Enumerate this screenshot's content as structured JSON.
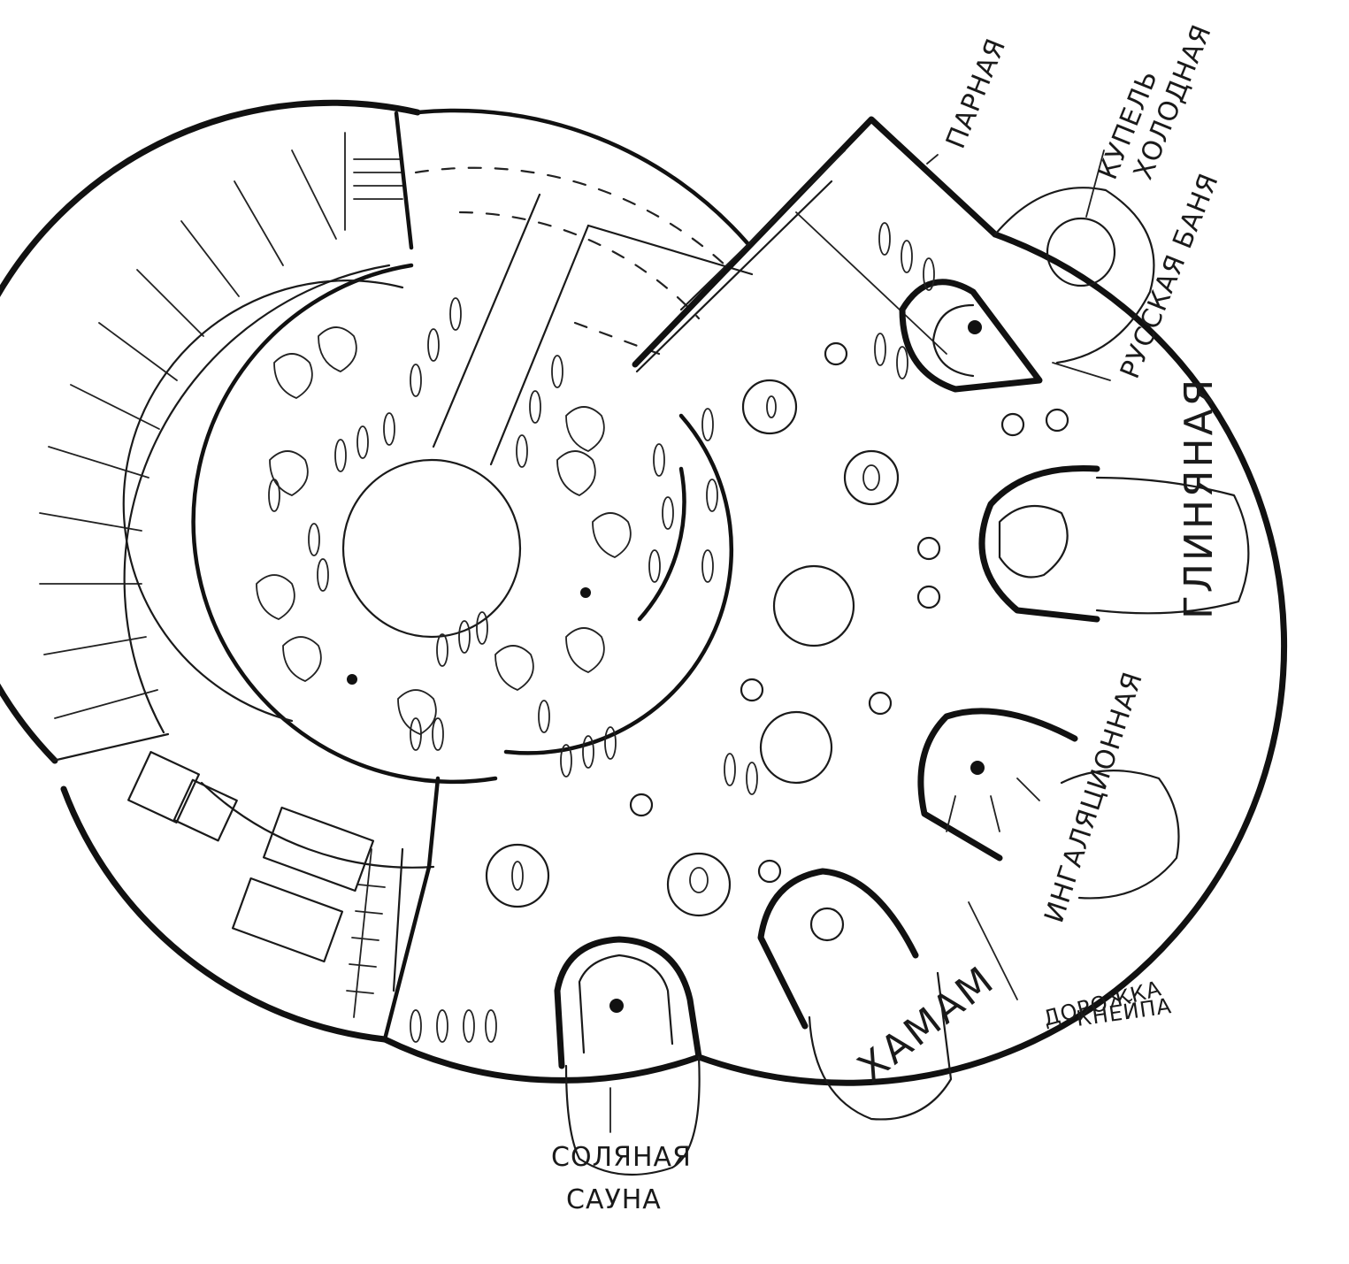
{
  "labels": {
    "parnaya": "ПАРНАЯ",
    "kupel_1": "КУПЕЛЬ",
    "kupel_2": "ХОЛОДНАЯ",
    "russkaya_banya": "РУССКАЯ БАНЯ",
    "glinyanaya": "ГЛИНЯНАЯ",
    "ingalyatsionnaya": "ИНГАЛЯЦИОННАЯ",
    "doroshka_1": "ДОРОЖКА",
    "doroshka_2": "КНЕЙПА",
    "hamam": "ХАМАМ",
    "solyanaya_1": "СОЛЯНАЯ",
    "solyanaya_2": "САУНА"
  }
}
